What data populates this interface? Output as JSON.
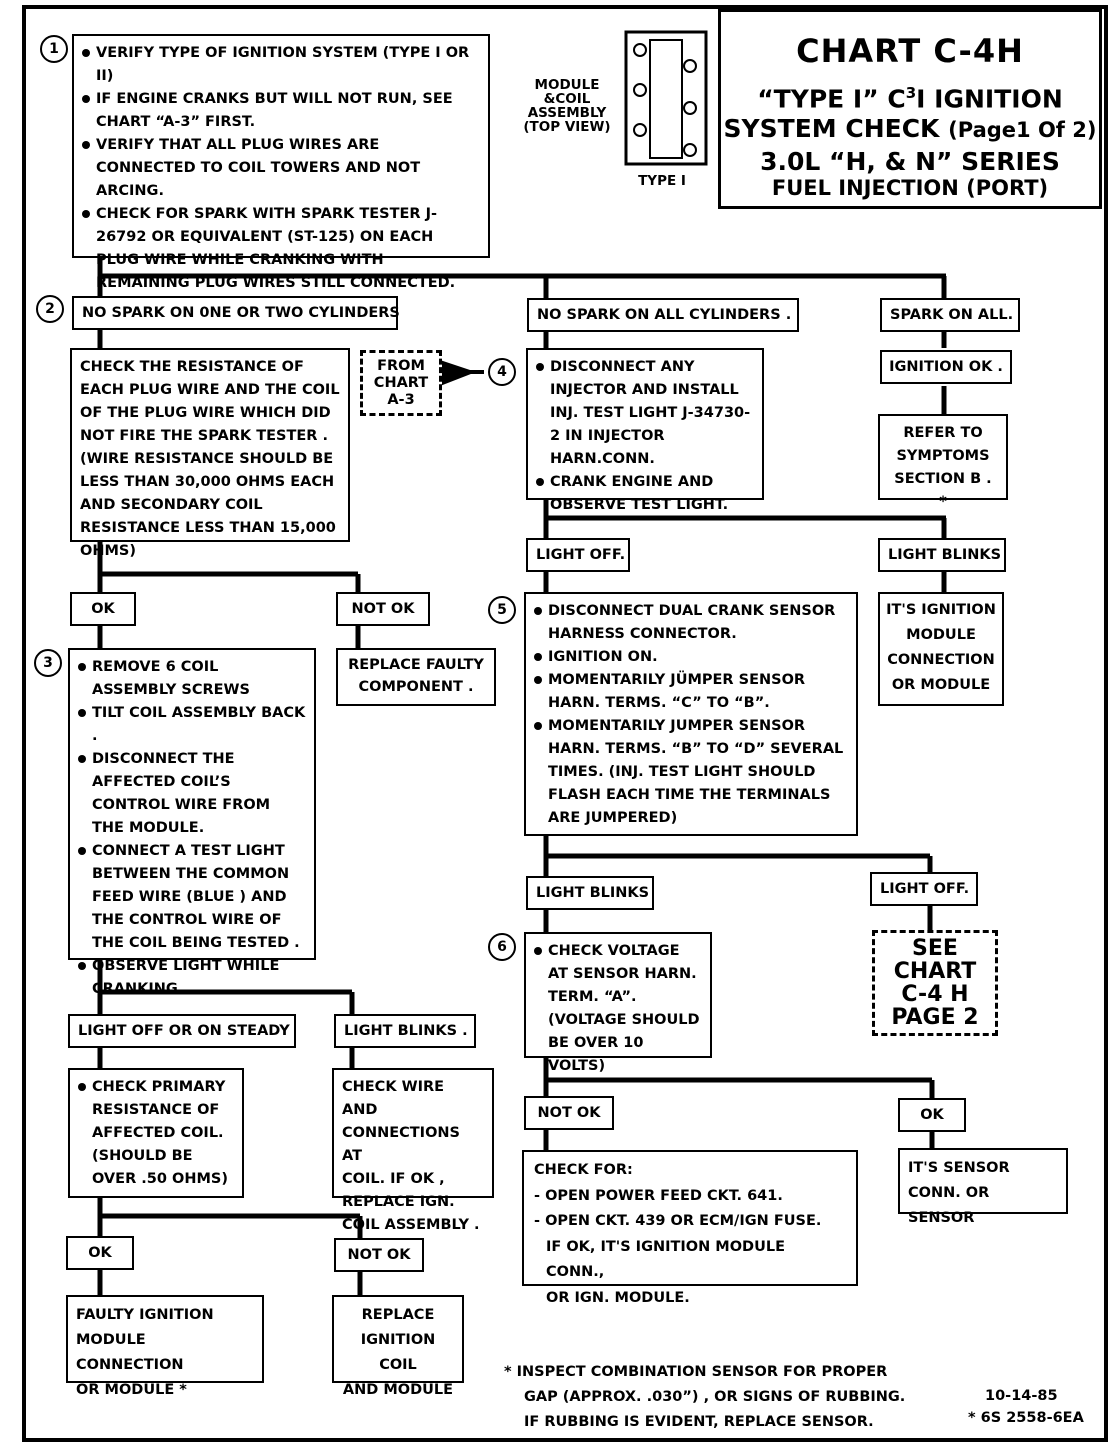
{
  "title": {
    "chart": "CHART C-4H",
    "line2_prefix": "“TYPE I” C",
    "line2_sup": "3",
    "line2_suffix": "I IGNITION",
    "line3_main": "SYSTEM CHECK",
    "line3_page": "(Page1 Of 2)",
    "line4": "3.0L “H, & N” SERIES",
    "line5": "FUEL INJECTION (PORT)"
  },
  "module": {
    "label_lines": [
      "MODULE",
      "&COIL",
      "ASSEMBLY",
      "(TOP VIEW)"
    ],
    "type_label": "TYPE I"
  },
  "steps": [
    "1",
    "2",
    "3",
    "4",
    "5",
    "6"
  ],
  "box1": {
    "items": [
      "VERIFY TYPE OF IGNITION SYSTEM (TYPE I OR II)",
      "IF ENGINE CRANKS BUT WILL NOT RUN, SEE CHART “A-3” FIRST.",
      "VERIFY THAT ALL PLUG WIRES ARE CONNECTED TO COIL TOWERS AND NOT ARCING.",
      "CHECK FOR SPARK WITH SPARK TESTER J-26792 OR EQUIVALENT (ST-125) ON EACH PLUG WIRE WHILE CRANKING WITH REMAINING PLUG WIRES STILL CONNECTED."
    ]
  },
  "branches1": {
    "no_spark_one_two": "NO SPARK ON 0NE OR TWO CYLINDERS",
    "no_spark_all": "NO SPARK ON ALL CYLINDERS .",
    "spark_all": "SPARK ON ALL."
  },
  "check_resistance": "CHECK THE RESISTANCE OF EACH PLUG WIRE AND THE COIL OF THE PLUG WIRE WHICH DID NOT FIRE THE SPARK TESTER . (WIRE RESISTANCE SHOULD BE LESS THAN 30,000 OHMS EACH AND SECONDARY COIL RESISTANCE LESS THAN 15,000 OHMS)",
  "from_chart": [
    "FROM",
    "CHART",
    "A-3"
  ],
  "box4": {
    "items": [
      "DISCONNECT ANY INJECTOR AND INSTALL INJ. TEST LIGHT J-34730-2 IN INJECTOR HARN.CONN.",
      "CRANK ENGINE AND OBSERVE TEST LIGHT."
    ]
  },
  "ignition_ok": "IGNITION OK .",
  "refer_symptoms": [
    "REFER TO",
    "SYMPTOMS",
    "SECTION B . *"
  ],
  "ok_label": "OK",
  "not_ok_label": "NOT OK",
  "replace_faulty": [
    "REPLACE FAULTY",
    "COMPONENT ."
  ],
  "light_off_4": "LIGHT OFF.",
  "light_blinks_4": "LIGHT BLINKS",
  "its_ignition_module": [
    "IT'S IGNITION",
    "MODULE",
    "CONNECTION",
    "OR MODULE"
  ],
  "box3": {
    "items": [
      "REMOVE 6 COIL ASSEMBLY SCREWS",
      "TILT COIL ASSEMBLY BACK .",
      "DISCONNECT THE AFFECTED COIL’S CONTROL WIRE FROM THE MODULE.",
      "CONNECT A TEST LIGHT BETWEEN THE COMMON FEED WIRE (BLUE ) AND THE CONTROL WIRE OF THE COIL BEING TESTED .",
      "OBSERVE LIGHT WHILE CRANKING ."
    ]
  },
  "box5": {
    "items": [
      "DISCONNECT DUAL CRANK SENSOR HARNESS CONNECTOR.",
      "IGNITION ON.",
      "MOMENTARILY JÜMPER SENSOR HARN. TERMS. “C” TO “B”.",
      "MOMENTARILY JUMPER SENSOR HARN. TERMS. “B” TO “D” SEVERAL TIMES. (INJ. TEST LIGHT SHOULD FLASH EACH TIME THE TERMINALS ARE JUMPERED)"
    ]
  },
  "light_blinks_5": "LIGHT BLINKS",
  "light_off_5": "LIGHT OFF.",
  "see_chart": [
    "SEE",
    "CHART",
    "C-4 H",
    "PAGE 2"
  ],
  "box6": {
    "items": [
      "CHECK VOLTAGE AT SENSOR HARN. TERM. “A”. (VOLTAGE SHOULD BE OVER 10 VOLTS)"
    ]
  },
  "light_off_steady": "LIGHT OFF OR  ON STEADY",
  "light_blinks_3": "LIGHT BLINKS .",
  "check_primary": {
    "items": [
      "CHECK PRIMARY RESISTANCE OF AFFECTED COIL. (SHOULD BE OVER .50 OHMS)"
    ]
  },
  "check_wire": [
    "CHECK WIRE AND",
    "CONNECTIONS AT",
    "COIL. IF OK ,",
    "REPLACE IGN.",
    "COIL ASSEMBLY ."
  ],
  "check_for": {
    "heading": "CHECK FOR:",
    "lines": [
      "-  OPEN POWER FEED CKT. 641.",
      "-  OPEN CKT. 439 OR ECM/IGN FUSE.",
      "IF OK, IT'S IGNITION MODULE CONN.,",
      "OR IGN. MODULE."
    ]
  },
  "its_sensor": [
    "IT'S SENSOR",
    "CONN. OR SENSOR"
  ],
  "faulty_ignition": [
    "FAULTY IGNITION",
    "MODULE CONNECTION",
    "OR MODULE  *"
  ],
  "replace_ignition": [
    "REPLACE",
    "IGNITION COIL",
    "AND MODULE"
  ],
  "footnote": [
    "*   INSPECT COMBINATION  SENSOR FOR PROPER",
    "GAP (APPROX. .030”) , OR SIGNS OF RUBBING.",
    "IF RUBBING IS EVIDENT, REPLACE SENSOR."
  ],
  "date": "10-14-85",
  "code": "* 6S 2558-6EA"
}
